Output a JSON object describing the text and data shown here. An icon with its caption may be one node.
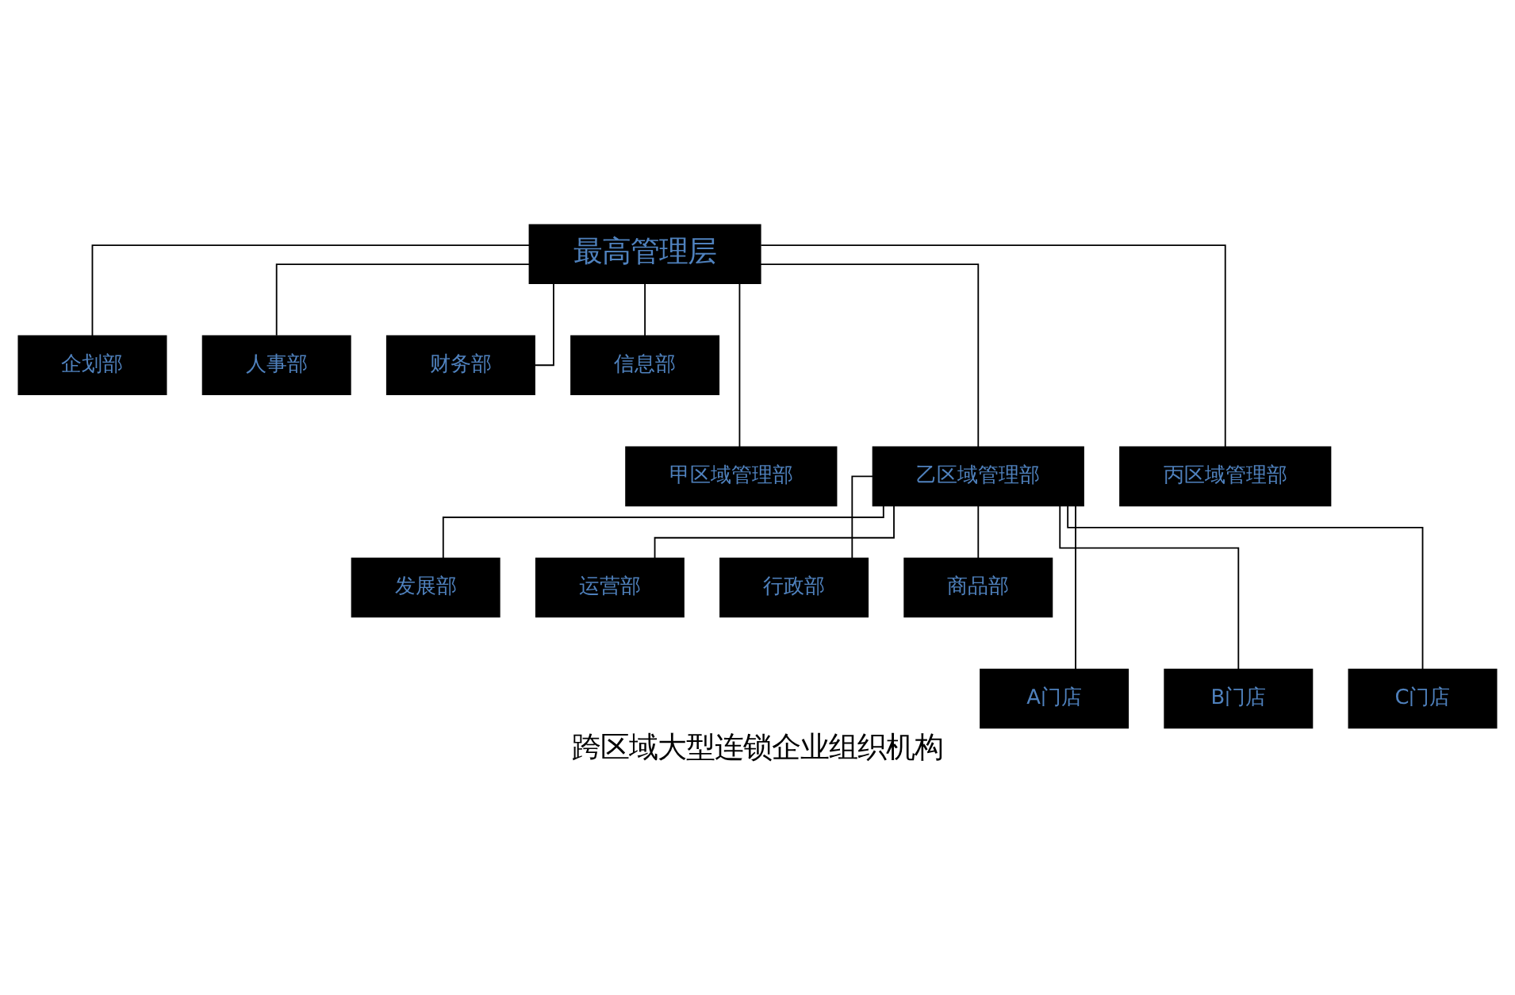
{
  "diagram": {
    "caption": "跨区域大型连锁企业组织机构",
    "nodes": [
      {
        "text": [
          "最高管理层"
        ]
      },
      {
        "text": [
          "企划部"
        ]
      },
      {
        "text": [
          "人事部"
        ]
      },
      {
        "text": [
          "财务部"
        ]
      },
      {
        "text": [
          "信息部"
        ]
      },
      {
        "text": [
          "甲区域管理部"
        ]
      },
      {
        "text": [
          "乙区域管理部"
        ]
      },
      {
        "text": [
          "丙区域管理部"
        ]
      },
      {
        "text": [
          "发展部"
        ]
      },
      {
        "text": [
          "运营部"
        ]
      },
      {
        "text": [
          "行政部"
        ]
      },
      {
        "text": [
          "商品部"
        ]
      },
      {
        "text": [
          "A门店"
        ]
      },
      {
        "text": [
          "B门店"
        ]
      },
      {
        "text": [
          "C门店"
        ]
      }
    ],
    "edges": [
      {
        "from": 0,
        "to": 1,
        "arrow": "none"
      },
      {
        "from": 0,
        "to": 2,
        "arrow": "none"
      },
      {
        "from": 0,
        "to": 3,
        "arrow": "none"
      },
      {
        "from": 0,
        "to": 4,
        "arrow": "none"
      },
      {
        "from": 0,
        "to": 5,
        "arrow": "none"
      },
      {
        "from": 0,
        "to": 6,
        "arrow": "none"
      },
      {
        "from": 0,
        "to": 7,
        "arrow": "none"
      },
      {
        "from": 6,
        "to": 8,
        "arrow": "none"
      },
      {
        "from": 6,
        "to": 9,
        "arrow": "none"
      },
      {
        "from": 6,
        "to": 10,
        "arrow": "none"
      },
      {
        "from": 6,
        "to": 11,
        "arrow": "none"
      },
      {
        "from": 6,
        "to": 12,
        "arrow": "none"
      },
      {
        "from": 6,
        "to": 13,
        "arrow": "none"
      },
      {
        "from": 6,
        "to": 14,
        "arrow": "none"
      }
    ]
  }
}
